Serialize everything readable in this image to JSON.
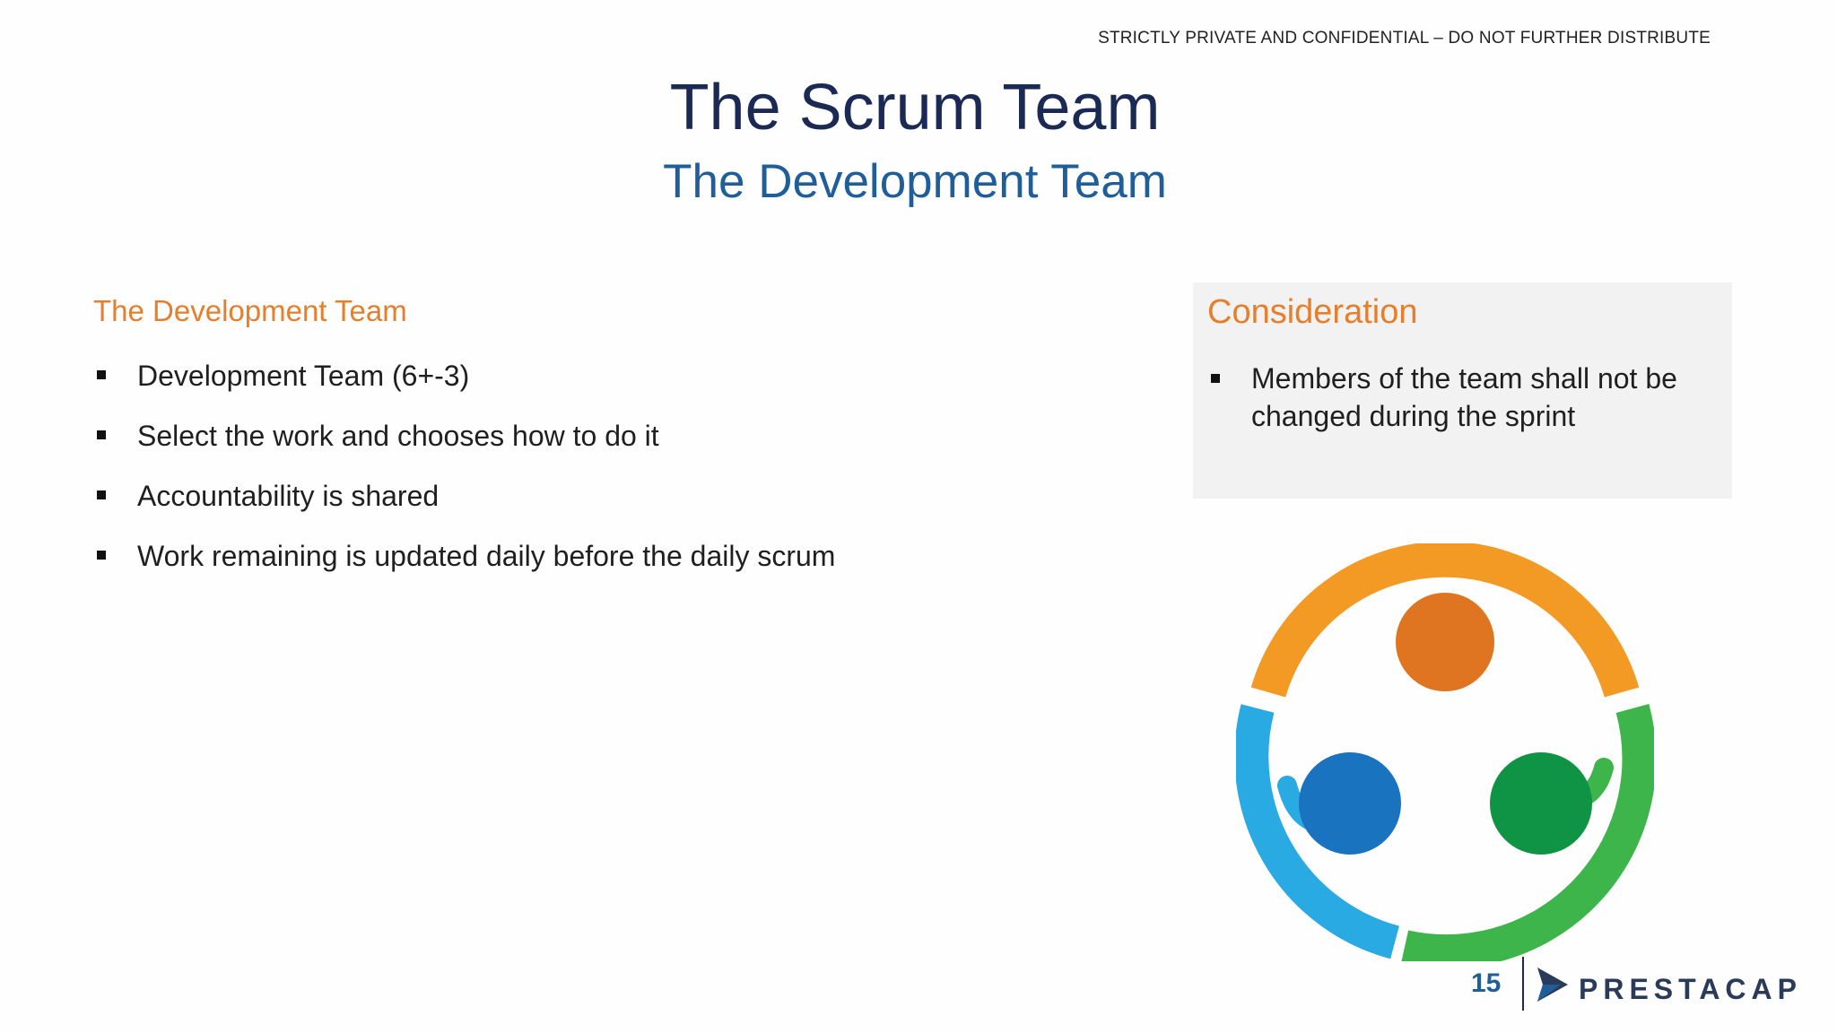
{
  "header": {
    "confidential": "STRICTLY PRIVATE AND CONFIDENTIAL – DO NOT FURTHER DISTRIBUTE",
    "title": "The Scrum Team",
    "subtitle": "The Development Team"
  },
  "left": {
    "heading": "The Development Team",
    "bullets": [
      "Development Team (6+-3)",
      "Select the work and chooses how to do it",
      "Accountability is shared",
      "Work remaining is updated daily before the daily scrum"
    ]
  },
  "consideration": {
    "heading": "Consideration",
    "bullets": [
      "Members of the team shall not be changed during the sprint"
    ]
  },
  "illustration": {
    "icon": "team-circle-icon",
    "colors": {
      "orange_arc": "#f39a24",
      "orange_head": "#e07521",
      "blue_arc": "#2aaae2",
      "blue_head": "#1a73bf",
      "green_arc": "#3db54a",
      "green_head": "#0e9444"
    }
  },
  "footer": {
    "page_number": "15",
    "brand": "PRESTACAP",
    "brand_icon": "prestacap-logo-icon"
  },
  "colors": {
    "title": "#1b2a55",
    "subtitle": "#1f5e98",
    "accent": "#e67e2c",
    "box_bg": "#f2f2f2"
  }
}
